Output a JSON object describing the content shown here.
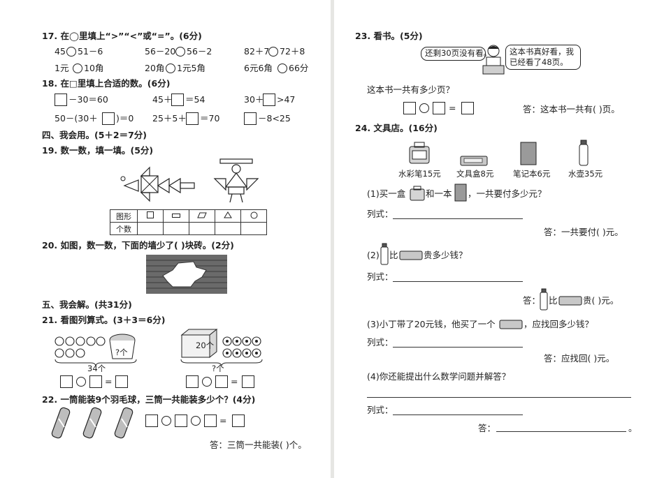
{
  "left": {
    "q17": {
      "title": "17. 在◯里填上“>”“<”或“=”。(6分)",
      "r1": [
        "45",
        "51－6",
        "56－20",
        "56－2",
        "82＋7",
        "72＋8"
      ],
      "r2": [
        "1元",
        "10角",
        "20角",
        "1元5角",
        "6元6角",
        "66分"
      ]
    },
    "q18": {
      "title": "18. 在□里填上合适的数。(6分)",
      "r1": [
        "－30＝60",
        "45＋",
        "＝54",
        "30＋",
        ">47"
      ],
      "r2": [
        "50－(30＋",
        ")＝0",
        "25＋5＋",
        "＝70",
        "－8<25"
      ]
    },
    "sec4": "四、我会用。(5＋2＝7分)",
    "q19": {
      "title": "19. 数一数，填一填。(5分)",
      "row1": "图形",
      "row2": "个数"
    },
    "q20": {
      "title": "20. 如图，数一数，下面的墙少了(      )块砖。(2分)"
    },
    "sec5": "五、我会解。(共31分)",
    "q21": {
      "title": "21. 看图列算式。(3＋3＝6分)",
      "basket_label": "?个",
      "left_total": "34个",
      "box_label": "20个",
      "right_total": "?个"
    },
    "q22": {
      "title": "22. 一筒能装9个羽毛球，三筒一共能装多少个？(4分)",
      "answer": "答：三筒一共能装(      )个。"
    }
  },
  "right": {
    "q23": {
      "title": "23. 看书。(5分)",
      "bubble_left": "还剩30页没有看。",
      "bubble_right_1": "这本书真好看，我",
      "bubble_right_2": "已经看了48页。",
      "question": "这本书一共有多少页？",
      "answer": "答：这本书一共有(      )页。"
    },
    "q24": {
      "title": "24. 文具店。(16分)",
      "items": [
        "水彩笔15元",
        "文具盒8元",
        "笔记本6元",
        "水壶35元"
      ],
      "p1a": "(1)买一盒",
      "p1b": "和一本",
      "p1c": "，一共要付多少元？",
      "formula": "列式：",
      "a1": "答：一共要付(      )元。",
      "p2a": "(2)",
      "p2b": "比",
      "p2c": "贵多少钱？",
      "a2a": "答：",
      "a2b": "比",
      "a2c": "贵(      )元。",
      "p3a": "(3)小丁带了20元钱，他买了一个",
      "p3b": "，应找回多少钱？",
      "a3": "答：应找回(      )元。",
      "p4": "(4)你还能提出什么数学问题并解答？",
      "a4": "答："
    }
  }
}
